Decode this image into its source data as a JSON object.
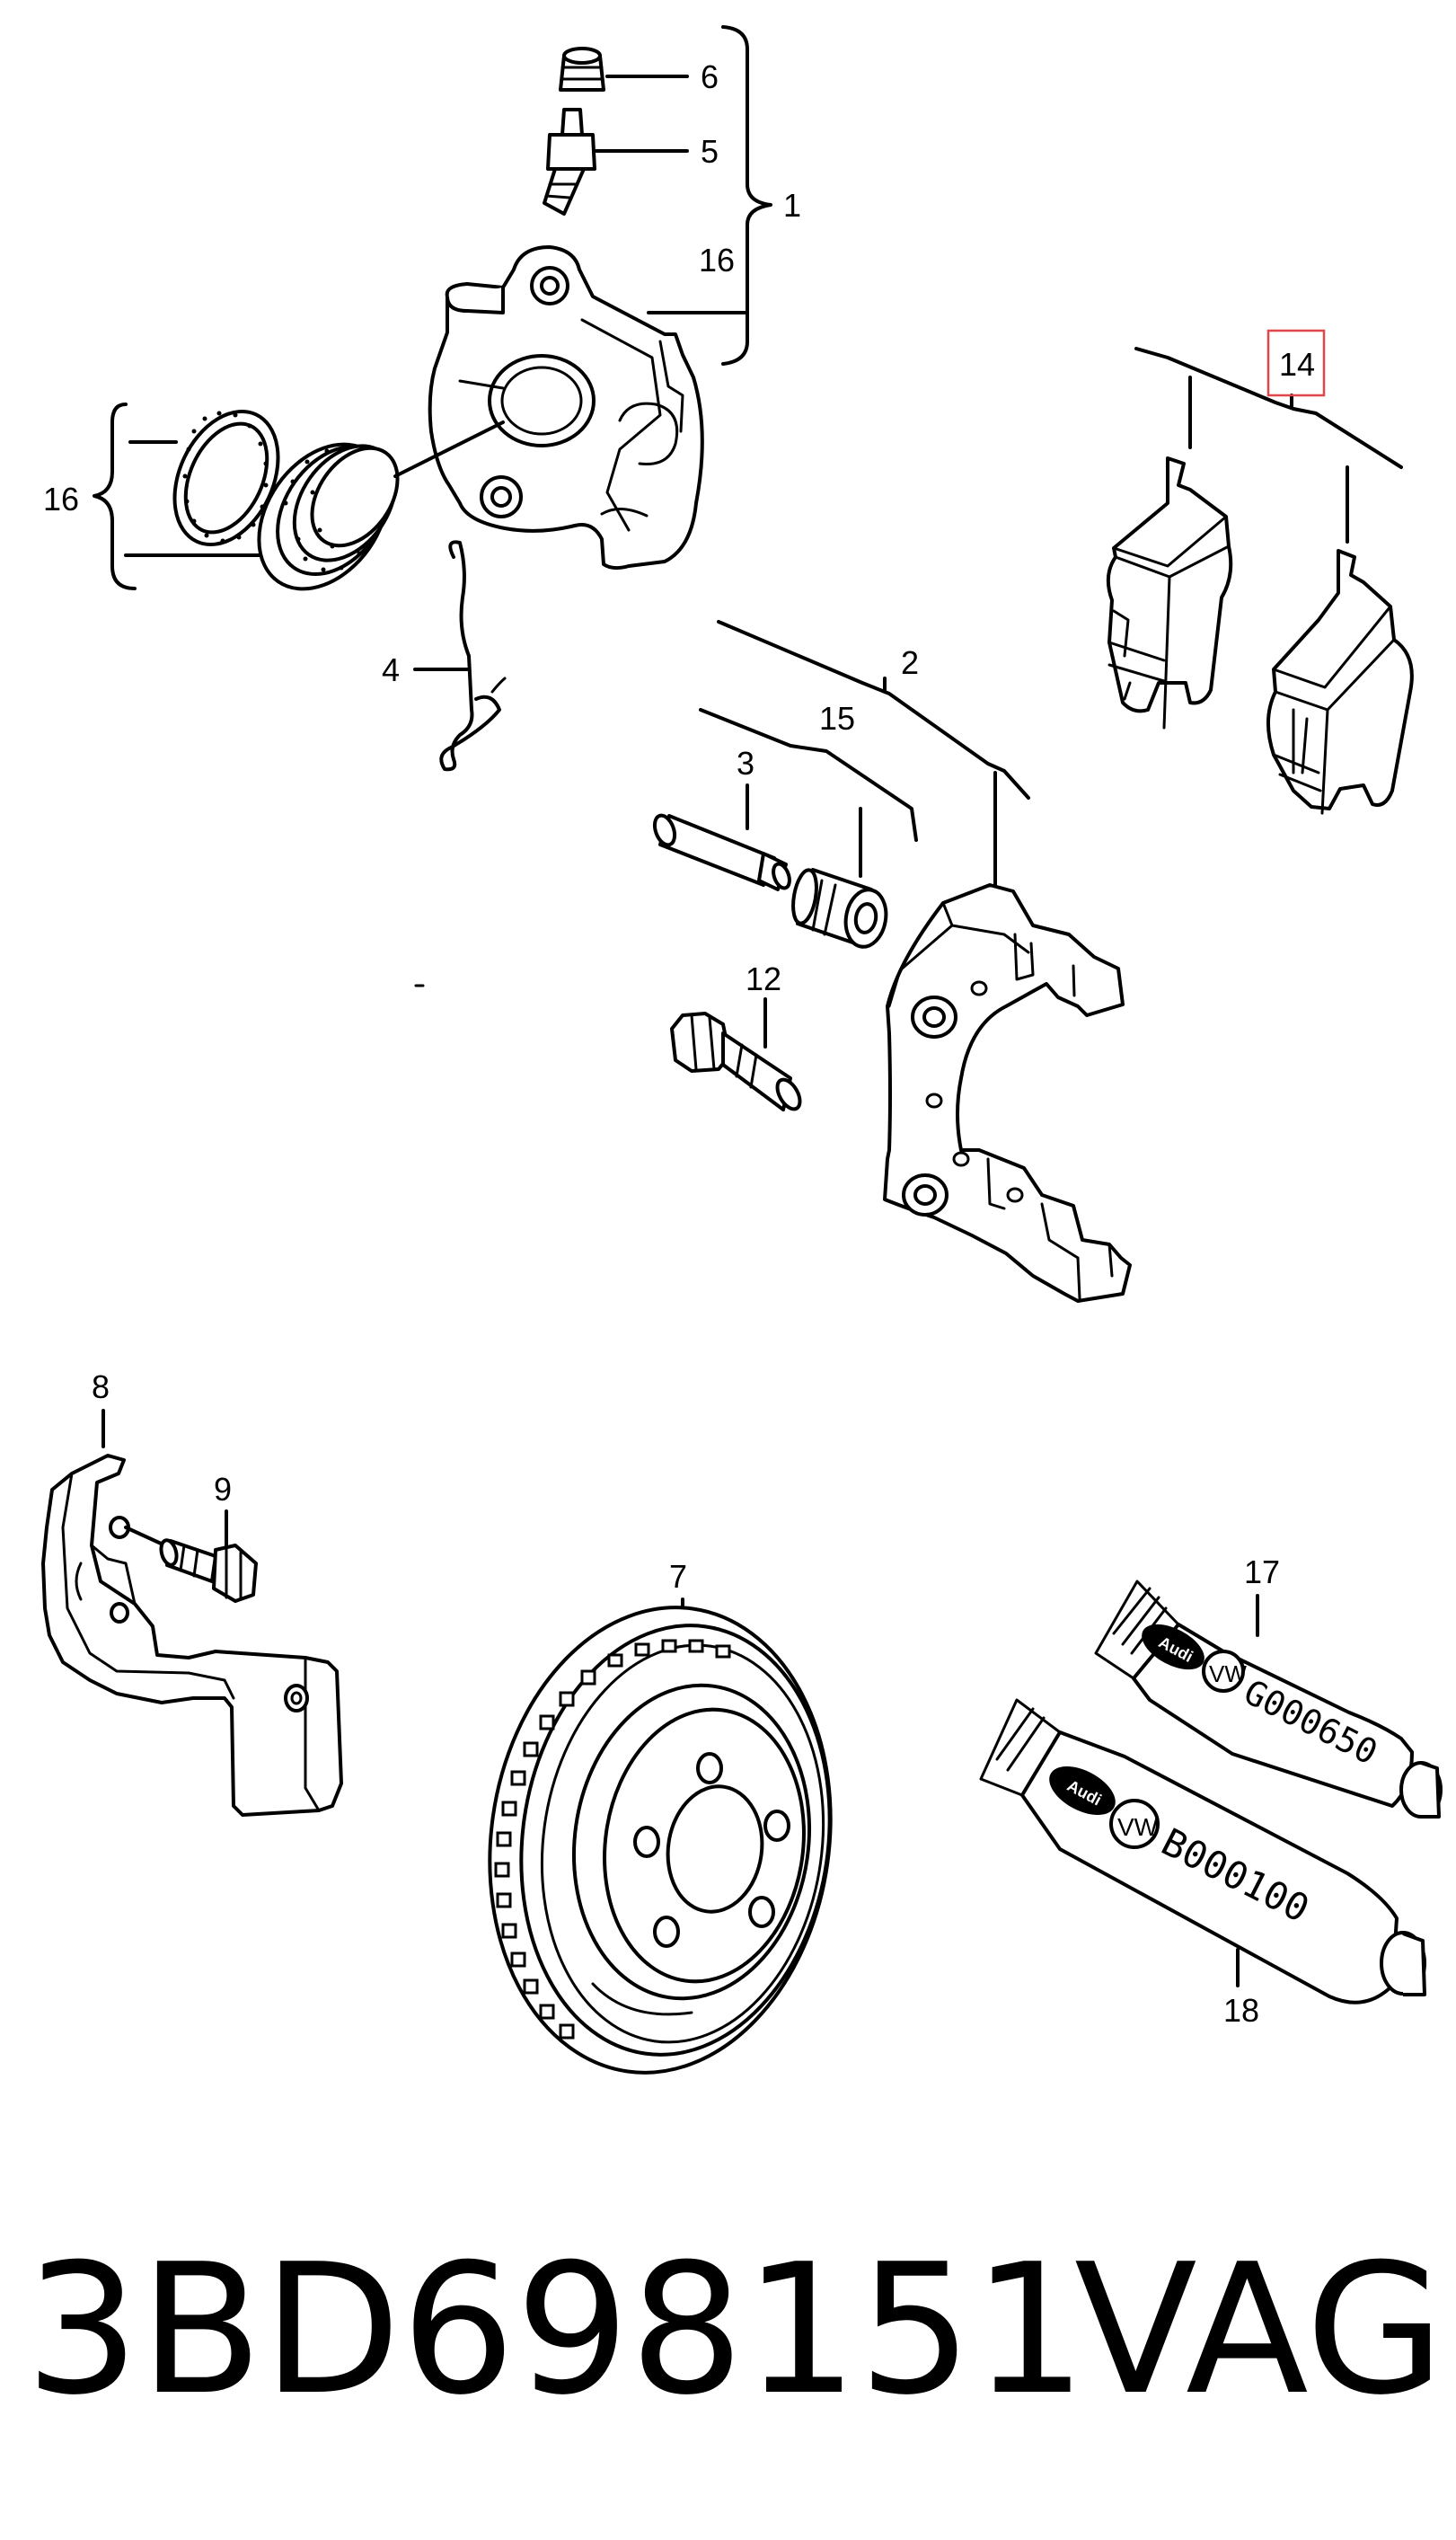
{
  "callouts": {
    "c1": "1",
    "c2": "2",
    "c3": "3",
    "c4": "4",
    "c5": "5",
    "c6": "6",
    "c7": "7",
    "c8": "8",
    "c9": "9",
    "c12": "12",
    "c14": "14",
    "c15": "15",
    "c16a": "16",
    "c16b": "16",
    "c17": "17",
    "c18": "18"
  },
  "tubes": {
    "tube17": "G000650",
    "tube18": "B000100",
    "logo_audi": "Audi",
    "logo_vw": "VW"
  },
  "footer": {
    "part_number": "3BD698151",
    "brand": "VAG"
  },
  "colors": {
    "highlight": "#e0474c",
    "ink": "#000000"
  }
}
